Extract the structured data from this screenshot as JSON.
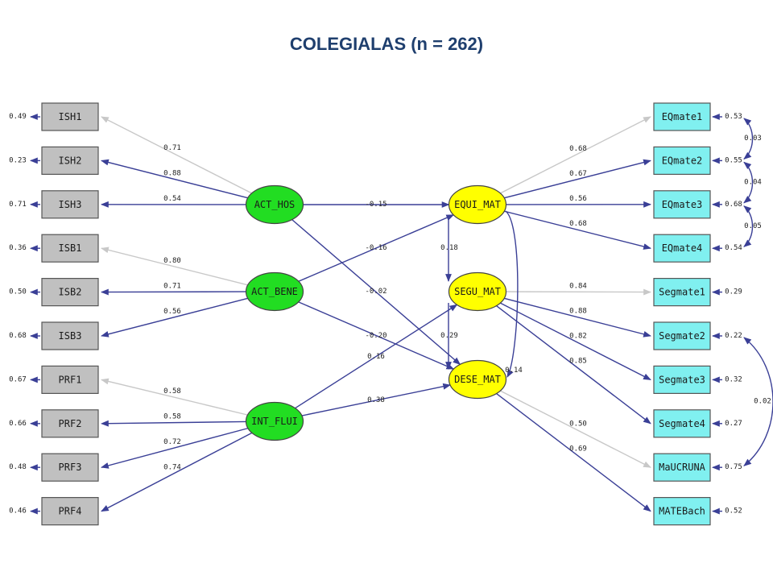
{
  "title": "COLEGIALAS (n = 262)",
  "colors": {
    "observed_left": "#c0c0c0",
    "observed_right": "#80f0f0",
    "latent_exogenous": "#22dd22",
    "latent_endogenous": "#ffff00",
    "path": "#3a3f96",
    "weak_path": "#c8c8c8"
  },
  "left_indicators": [
    {
      "name": "ISH1",
      "error": "0.49",
      "loading": "0.71",
      "factor": "ACT_HOS",
      "weak": true
    },
    {
      "name": "ISH2",
      "error": "0.23",
      "loading": "0.88",
      "factor": "ACT_HOS",
      "weak": false
    },
    {
      "name": "ISH3",
      "error": "0.71",
      "loading": "0.54",
      "factor": "ACT_HOS",
      "weak": false
    },
    {
      "name": "ISB1",
      "error": "0.36",
      "loading": "0.80",
      "factor": "ACT_BENE",
      "weak": true
    },
    {
      "name": "ISB2",
      "error": "0.50",
      "loading": "0.71",
      "factor": "ACT_BENE",
      "weak": false
    },
    {
      "name": "ISB3",
      "error": "0.68",
      "loading": "0.56",
      "factor": "ACT_BENE",
      "weak": false
    },
    {
      "name": "PRF1",
      "error": "0.67",
      "loading": "0.58",
      "factor": "INT_FLUI",
      "weak": true
    },
    {
      "name": "PRF2",
      "error": "0.66",
      "loading": "0.58",
      "factor": "INT_FLUI",
      "weak": false
    },
    {
      "name": "PRF3",
      "error": "0.48",
      "loading": "0.72",
      "factor": "INT_FLUI",
      "weak": false
    },
    {
      "name": "PRF4",
      "error": "0.46",
      "loading": "0.74",
      "factor": "INT_FLUI",
      "weak": false
    }
  ],
  "exogenous_factors": [
    "ACT_HOS",
    "ACT_BENE",
    "INT_FLUI"
  ],
  "endogenous_factors": [
    "EQUI_MAT",
    "SEGU_MAT",
    "DESE_MAT"
  ],
  "right_indicators": [
    {
      "name": "EQmate1",
      "error": "0.53",
      "loading": "0.68",
      "factor": "EQUI_MAT",
      "weak": true
    },
    {
      "name": "EQmate2",
      "error": "0.55",
      "loading": "0.67",
      "factor": "EQUI_MAT",
      "weak": false
    },
    {
      "name": "EQmate3",
      "error": "0.68",
      "loading": "0.56",
      "factor": "EQUI_MAT",
      "weak": false
    },
    {
      "name": "EQmate4",
      "error": "0.54",
      "loading": "0.68",
      "factor": "EQUI_MAT",
      "weak": false
    },
    {
      "name": "Segmate1",
      "error": "0.29",
      "loading": "0.84",
      "factor": "SEGU_MAT",
      "weak": true
    },
    {
      "name": "Segmate2",
      "error": "0.22",
      "loading": "0.88",
      "factor": "SEGU_MAT",
      "weak": false
    },
    {
      "name": "Segmate3",
      "error": "0.32",
      "loading": "0.82",
      "factor": "SEGU_MAT",
      "weak": false
    },
    {
      "name": "Segmate4",
      "error": "0.27",
      "loading": "0.85",
      "factor": "SEGU_MAT",
      "weak": false
    },
    {
      "name": "MaUCRUNA",
      "error": "0.75",
      "loading": "0.50",
      "factor": "DESE_MAT",
      "weak": true
    },
    {
      "name": "MATEBach",
      "error": "0.52",
      "loading": "0.69",
      "factor": "DESE_MAT",
      "weak": false
    }
  ],
  "structural_paths": [
    {
      "from": "ACT_HOS",
      "to": "EQUI_MAT",
      "value": "-0.15"
    },
    {
      "from": "ACT_HOS",
      "to": "DESE_MAT",
      "value": "-0.02"
    },
    {
      "from": "ACT_BENE",
      "to": "EQUI_MAT",
      "value": "-0.16"
    },
    {
      "from": "ACT_BENE",
      "to": "DESE_MAT",
      "value": "-0.20"
    },
    {
      "from": "INT_FLUI",
      "to": "SEGU_MAT",
      "value": "0.16"
    },
    {
      "from": "INT_FLUI",
      "to": "DESE_MAT",
      "value": "0.38"
    },
    {
      "from": "EQUI_MAT",
      "to": "SEGU_MAT",
      "value": "0.18"
    },
    {
      "from": "SEGU_MAT",
      "to": "DESE_MAT",
      "value": "0.29"
    },
    {
      "from": "EQUI_MAT",
      "to": "DESE_MAT",
      "value": "0.14"
    }
  ],
  "error_covariances": [
    {
      "a": "EQmate1",
      "b": "EQmate2",
      "value": "0.03"
    },
    {
      "a": "EQmate2",
      "b": "EQmate3",
      "value": "0.04"
    },
    {
      "a": "EQmate3",
      "b": "EQmate4",
      "value": "0.05"
    },
    {
      "a": "Segmate2",
      "b": "MaUCRUNA",
      "value": "0.02"
    }
  ]
}
